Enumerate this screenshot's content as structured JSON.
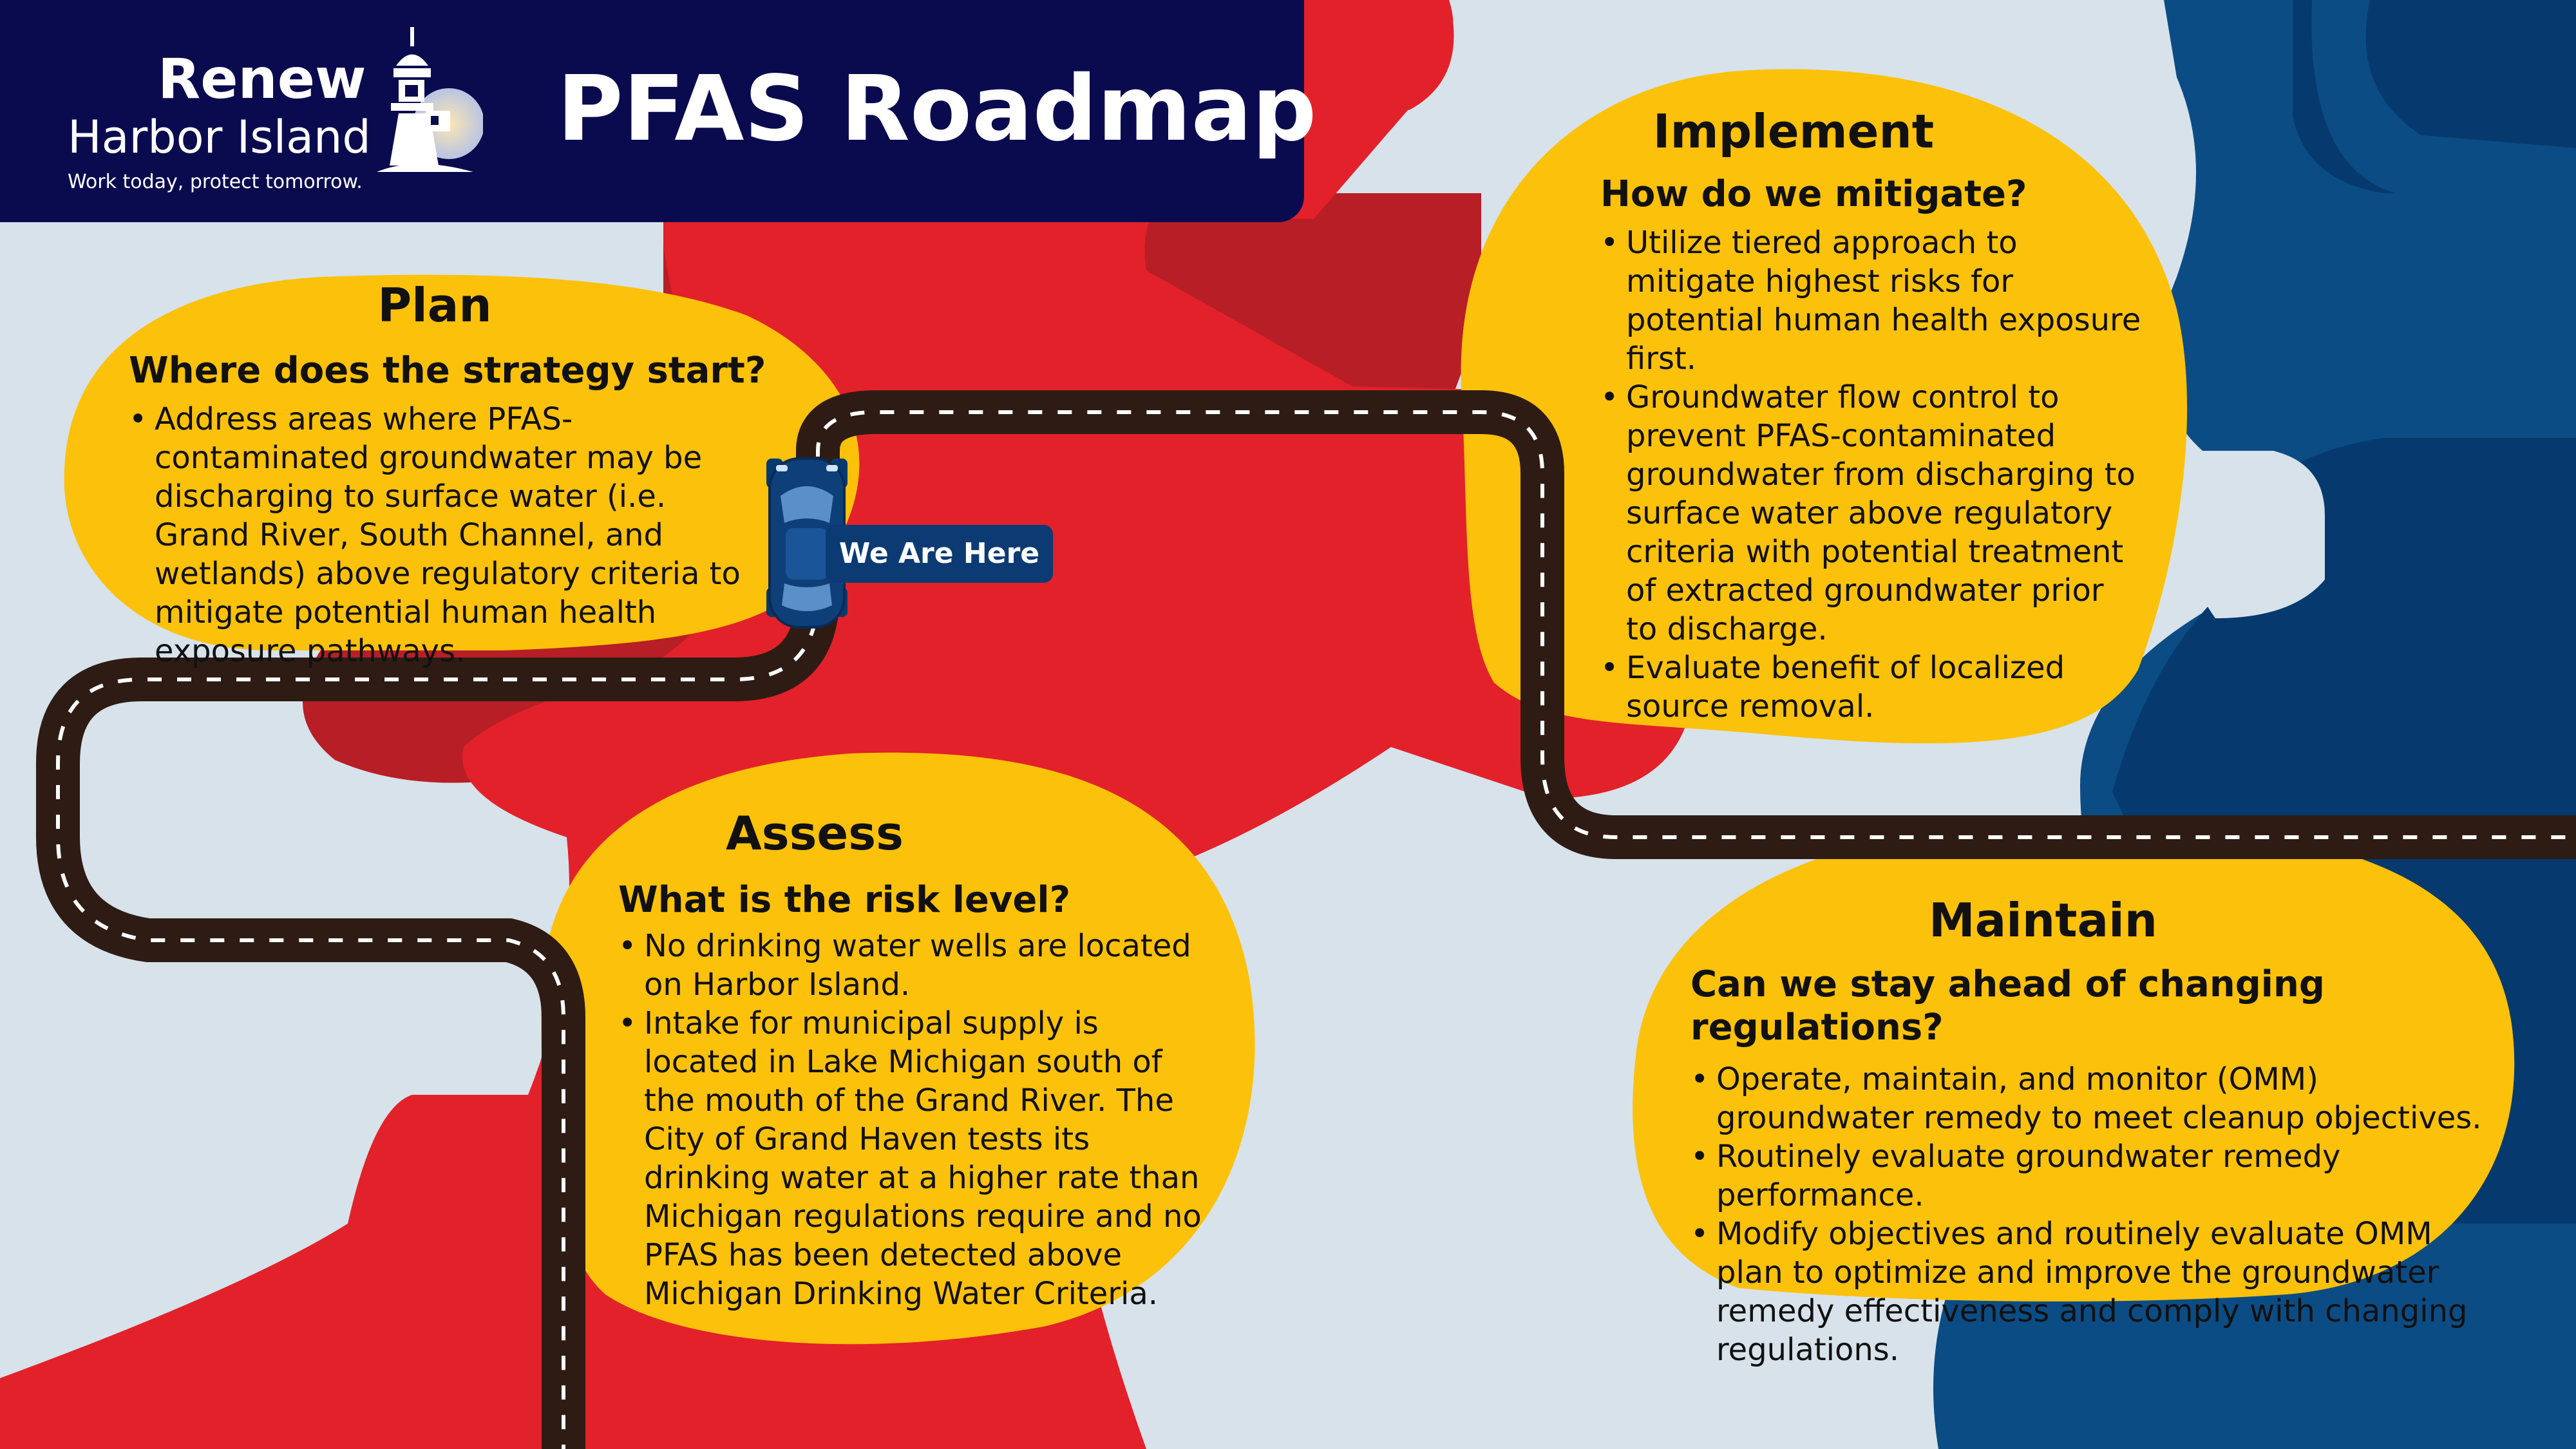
{
  "header": {
    "logo_line1": "Renew",
    "logo_line2": "Harbor Island",
    "tagline": "Work today, protect tomorrow.",
    "title": "PFAS Roadmap"
  },
  "marker": {
    "label": "We Are Here"
  },
  "stages": {
    "plan": {
      "title": "Plan",
      "question": "Where does the strategy start?",
      "bullets": [
        "Address areas where PFAS-contaminated groundwater may be discharging to surface water (i.e. Grand River, South Channel, and wetlands) above regulatory criteria to mitigate potential human health exposure pathways."
      ]
    },
    "assess": {
      "title": "Assess",
      "question": "What is the risk level?",
      "bullets": [
        "No drinking water wells are located on Harbor Island.",
        "Intake for municipal supply is located in Lake Michigan south of the mouth of the Grand River. The City of Grand Haven tests its drinking water at a higher rate than Michigan regulations require and no PFAS has been detected above Michigan Drinking Water Criteria."
      ]
    },
    "implement": {
      "title": "Implement",
      "question": "How do we mitigate?",
      "bullets": [
        "Utilize tiered approach to mitigate highest risks for potential human health exposure first.",
        "Groundwater flow control to prevent PFAS-contaminated groundwater from discharging to surface water above regulatory criteria with potential treatment of extracted groundwater prior to discharge.",
        "Evaluate benefit of localized source removal."
      ]
    },
    "maintain": {
      "title": "Maintain",
      "question": "Can we stay ahead of changing regulations?",
      "bullets": [
        "Operate, maintain, and monitor (OMM) groundwater remedy to meet cleanup objectives.",
        "Routinely evaluate groundwater remedy performance.",
        "Modify objectives and routinely evaluate OMM plan to optimize and improve the groundwater remedy effectiveness and comply with changing regulations."
      ]
    }
  },
  "colors": {
    "navy": "#0a0b4f",
    "red": "#e3212a",
    "dark_red": "#b81e26",
    "blue": "#0c4c85",
    "dark_blue": "#063a6e",
    "yellow": "#fcc10a",
    "light_bg": "#d7e2ea",
    "road": "#2e1c14"
  }
}
